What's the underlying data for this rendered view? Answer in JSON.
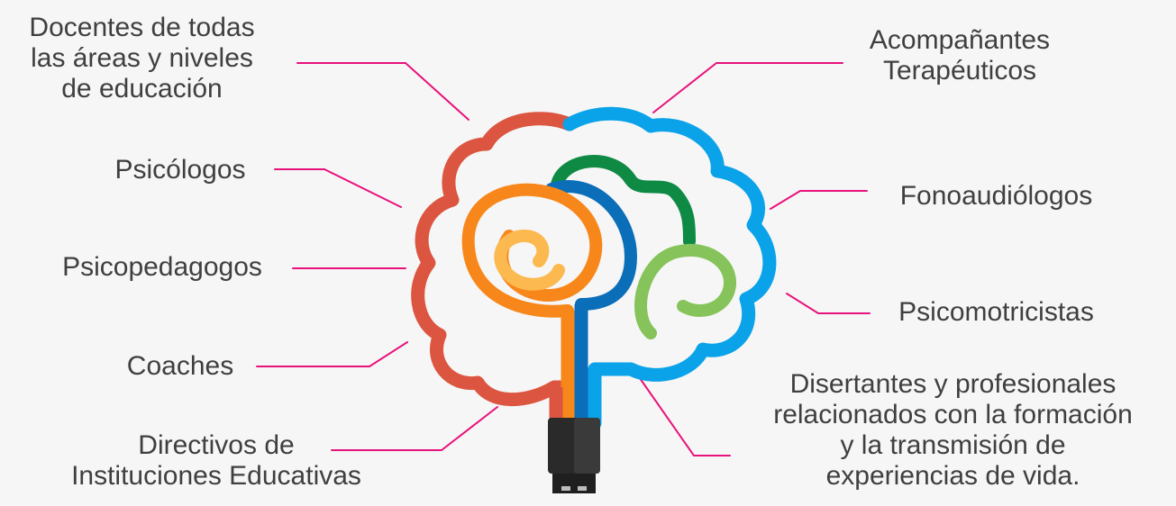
{
  "diagram": {
    "labels": {
      "docentes": [
        "Docentes de todas",
        "las áreas y niveles",
        "de educación"
      ],
      "acompanantes": [
        "Acompañantes",
        "Terapéuticos"
      ],
      "psicologos": [
        "Psicólogos"
      ],
      "fonoaudiologos": [
        "Fonoaudiólogos"
      ],
      "psicopedagogos": [
        "Psicopedagogos"
      ],
      "psicomotricistas": [
        "Psicomotricistas"
      ],
      "coaches": [
        "Coaches"
      ],
      "directivos": [
        "Directivos de",
        "Instituciones Educativas"
      ],
      "disertantes": [
        "Disertantes y profesionales",
        "relacionados con la formación",
        "y la transmisión de",
        "experiencias de vida."
      ]
    },
    "colors": {
      "connector": "#e8127c",
      "red": "#dc5540",
      "blue": "#0aa2e8",
      "dark_blue": "#0b6eb8",
      "green": "#0e8a44",
      "light_green": "#86c35a",
      "orange": "#f7871b",
      "yellow": "#fbb94f",
      "plug": "#2a2a2a"
    }
  }
}
